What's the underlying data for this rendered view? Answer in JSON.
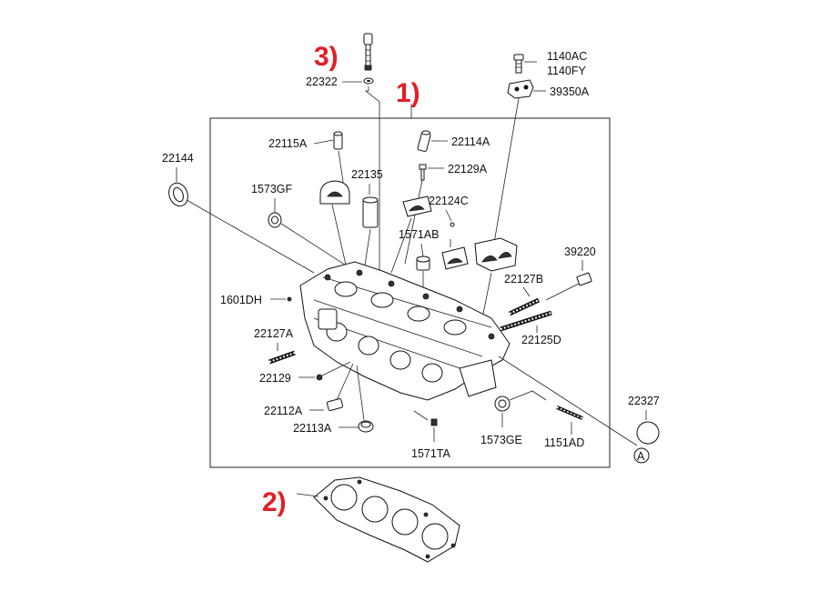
{
  "callouts": {
    "head": "1)",
    "gasket": "2)",
    "bolt": "3)"
  },
  "parts": {
    "p1140AC": "1140AC",
    "p1140FY": "1140FY",
    "p39350A": "39350A",
    "p22322": "22322",
    "p22115A": "22115A",
    "p22114A": "22114A",
    "p22129A": "22129A",
    "p22144": "22144",
    "p1573GF": "1573GF",
    "p22135": "22135",
    "p22124C": "22124C",
    "p1571AB": "1571AB",
    "p39220": "39220",
    "p22127B": "22127B",
    "p1601DH": "1601DH",
    "p22127A": "22127A",
    "p22125D": "22125D",
    "p22129": "22129",
    "p22112A": "22112A",
    "p22113A": "22113A",
    "p22327": "22327",
    "p1571TA": "1571TA",
    "p1573GE": "1573GE",
    "p1151AD": "1151AD",
    "refA": "A"
  },
  "colors": {
    "callout": "#e31e24",
    "line": "#222222"
  }
}
